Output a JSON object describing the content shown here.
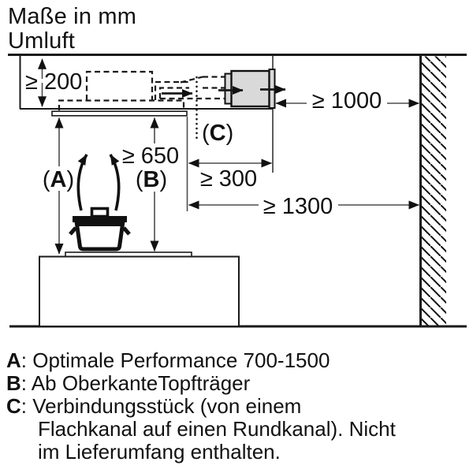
{
  "title": {
    "line1": "Maße in mm",
    "line2": "Umluft"
  },
  "dimensions": {
    "ceiling_cavity_height": "≥ 200",
    "fan_to_wall": "≥ 1000",
    "duct_offset": "≥ 300",
    "hood_to_wall": "≥ 1300",
    "hood_to_hob": "≥ 650"
  },
  "callouts": {
    "a": {
      "open": "(",
      "letter": "A",
      "close": ")"
    },
    "b": {
      "open": "(",
      "letter": "B",
      "close": ")"
    },
    "c": {
      "open": "(",
      "letter": "C",
      "close": ")"
    }
  },
  "legend": {
    "items": [
      {
        "key": "A",
        "text": ": Optimale Performance 700-1500"
      },
      {
        "key": "B",
        "text": ": Ab OberkanteTopfträger"
      },
      {
        "key": "C",
        "text": ": Verbindungsstück (von einem Flachkanal auf einen Rundkanal). Nicht im Lieferumfang enthalten."
      }
    ]
  },
  "colors": {
    "line": "#1a1a1a",
    "dim_line": "#4d4d4d",
    "fan_fill": "#d9d9d9"
  }
}
